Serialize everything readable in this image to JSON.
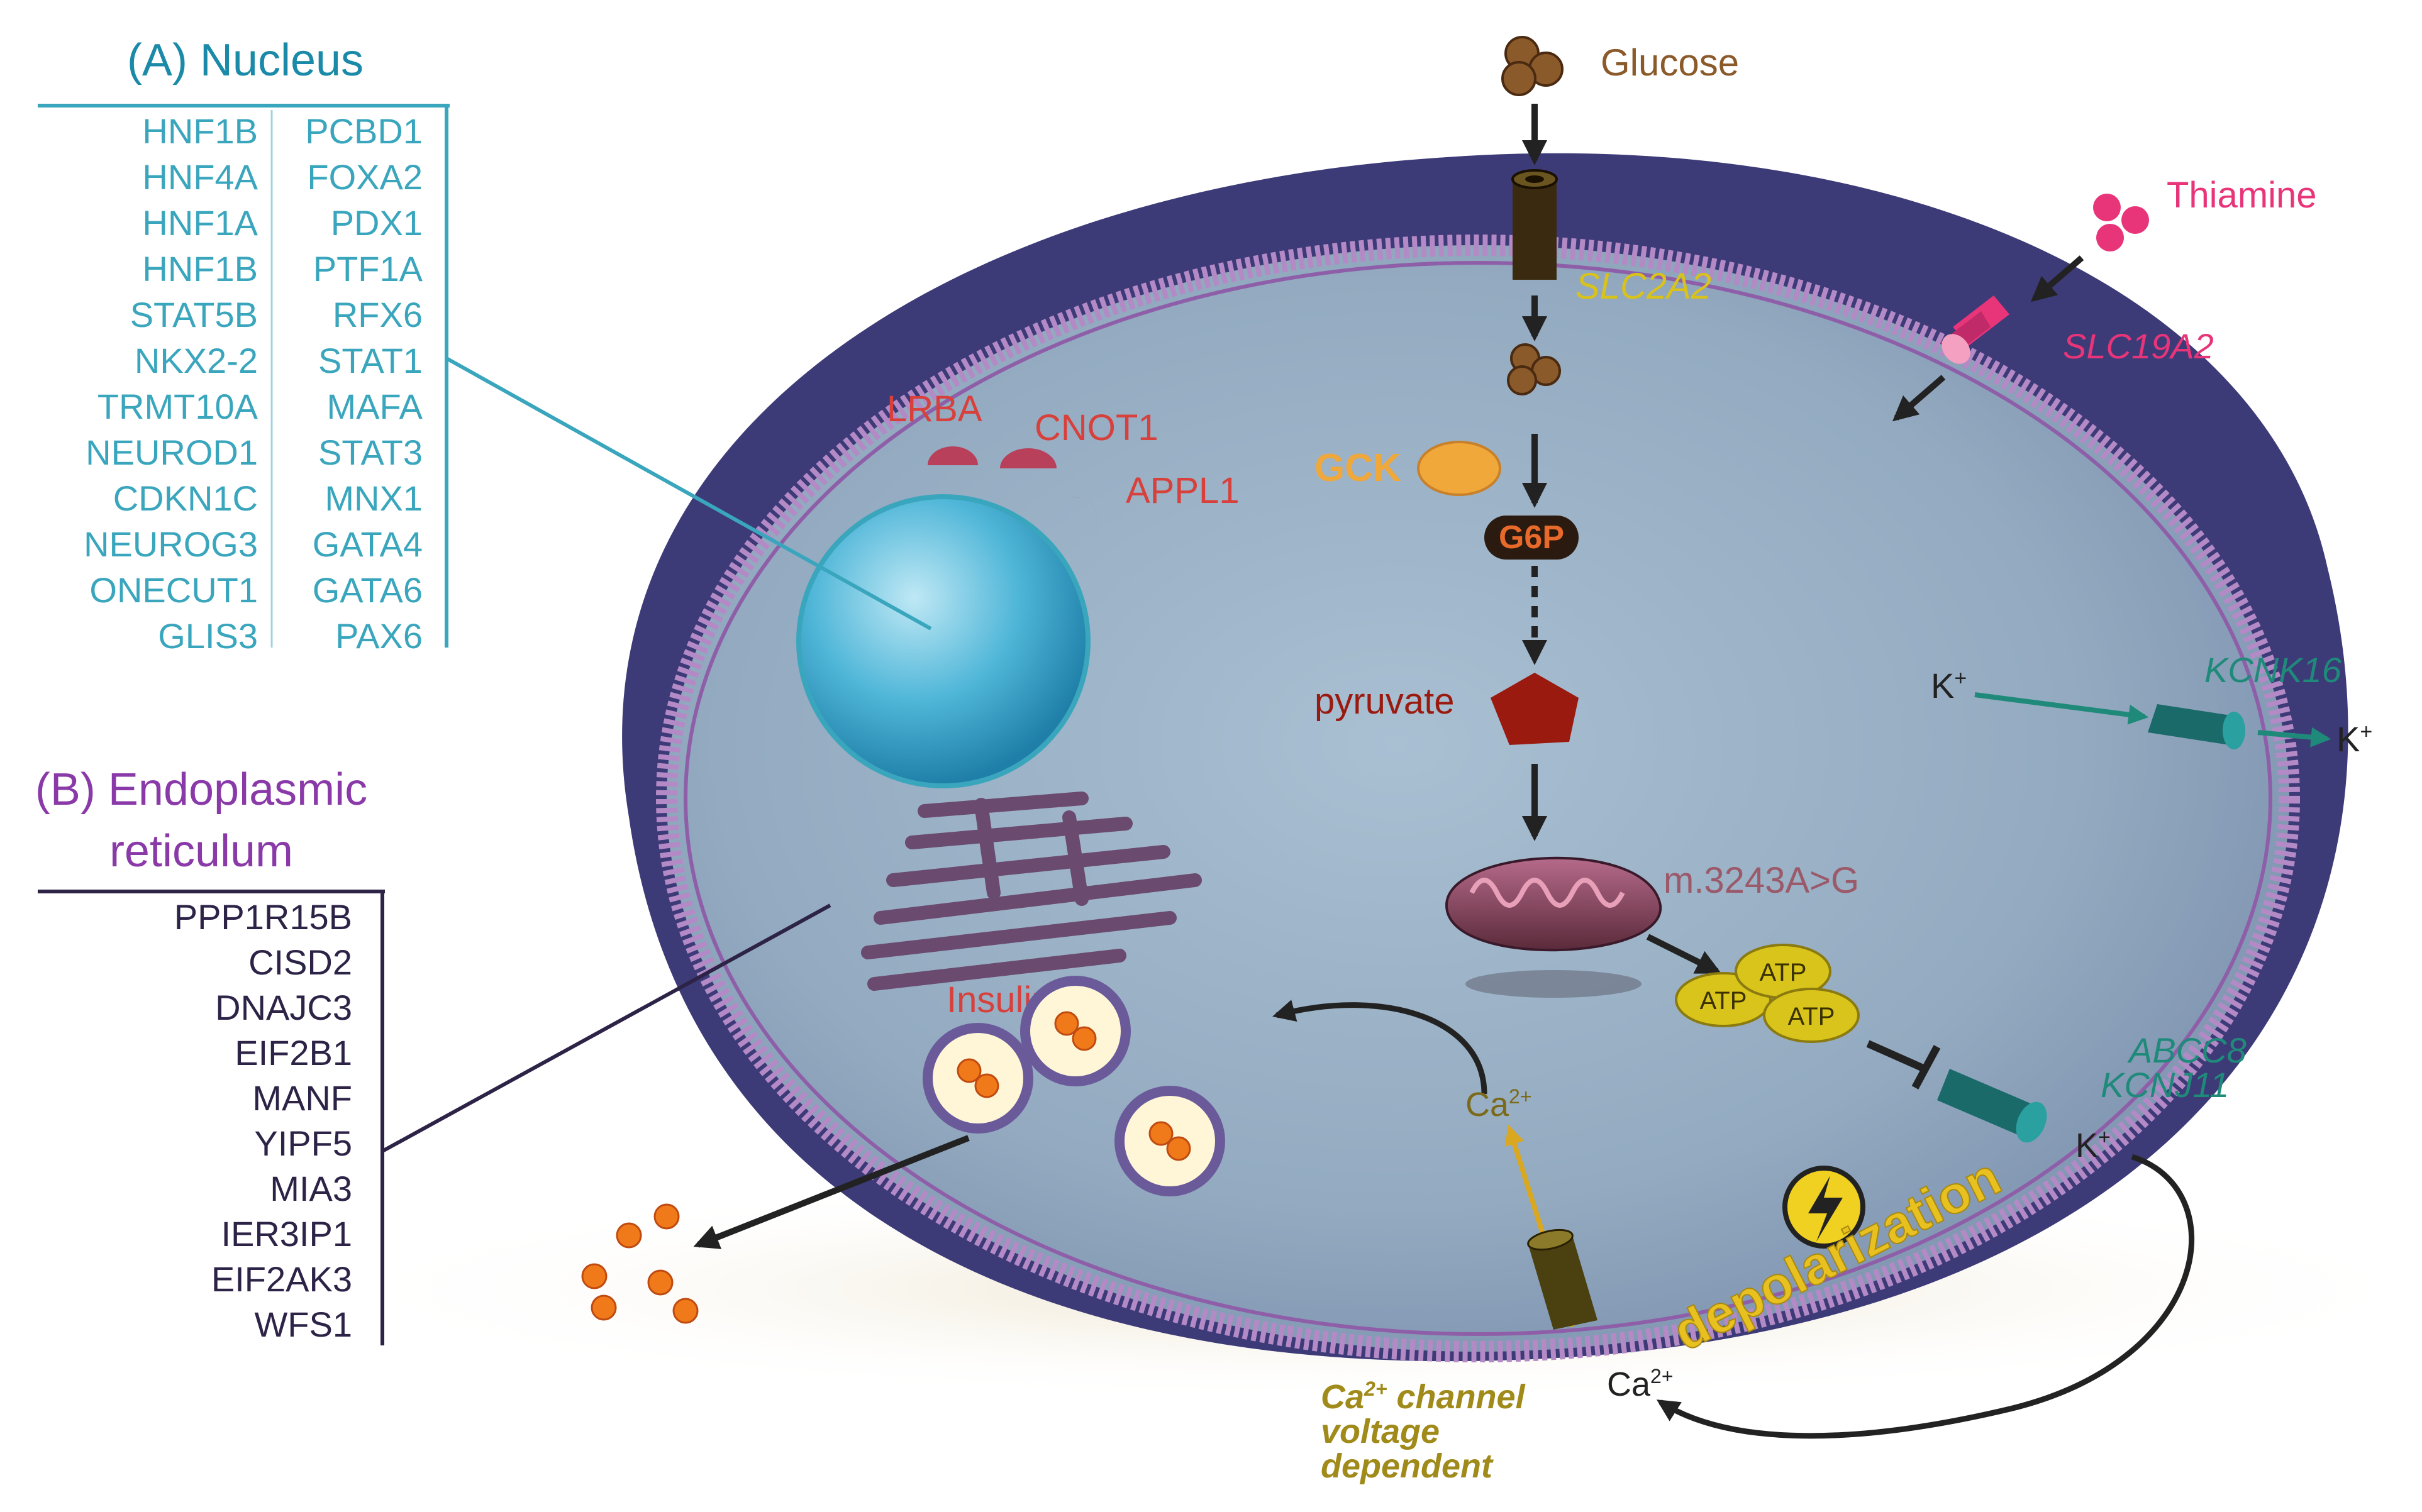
{
  "nucleus_panel": {
    "title": "(A) Nucleus",
    "genes_left": [
      "HNF1B",
      "HNF4A",
      "HNF1A",
      "HNF1B",
      "STAT5B",
      "NKX2-2",
      "TRMT10A",
      "NEUROD1",
      "CDKN1C",
      "NEUROG3",
      "ONECUT1",
      "GLIS3"
    ],
    "genes_right": [
      "PCBD1",
      "FOXA2",
      "PDX1",
      "PTF1A",
      "RFX6",
      "STAT1",
      "MAFA",
      "STAT3",
      "MNX1",
      "GATA4",
      "GATA6",
      "PAX6"
    ]
  },
  "er_panel": {
    "title_line1": "(B) Endoplasmic",
    "title_line2": "reticulum",
    "genes": [
      "PPP1R15B",
      "CISD2",
      "DNAJC3",
      "EIF2B1",
      "MANF",
      "YIPF5",
      "MIA3",
      "IER3IP1",
      "EIF2AK3",
      "WFS1"
    ]
  },
  "labels": {
    "glucose": "Glucose",
    "slc2a2": "SLC2A2",
    "thiamine": "Thiamine",
    "slc19a2": "SLC19A2",
    "lrba": "LRBA",
    "cnot1": "CNOT1",
    "appl1": "APPL1",
    "gck": "GCK",
    "g6p": "G6P",
    "pyruvate": "pyruvate",
    "mito_variant": "m.3243A>G",
    "atp": "ATP",
    "insulin": "Insulin",
    "ca_inside": "Ca",
    "ca_inside_sup": "2+",
    "ca_outside": "Ca",
    "ca_outside_sup": "2+",
    "k_in": "K",
    "k_out": "K",
    "k_katp": "K",
    "k_sup": "+",
    "kcnk16": "KCNK16",
    "abcc8": "ABCC8",
    "kcnj11": "KCNJ11",
    "depolarization": "depolarization",
    "ca_channel_line1": "Ca",
    "ca_channel_sup": "2+",
    "ca_channel_line1_rest": " channel",
    "ca_channel_line2": "voltage",
    "ca_channel_line3": "dependent"
  },
  "colors": {
    "nucleus_teal": "#3aa6bd",
    "er_purple": "#8a3aa8",
    "er_gene_dark": "#2d2347",
    "cell_outer": "#3d3a78",
    "cytoplasm": "#9ab3c8",
    "membrane": "#b38ac6",
    "red_label": "#d8403c",
    "glucose_brown": "#8b5a2b",
    "thiamine_pink": "#e8357a",
    "slc2a2_yellow": "#d9c21a",
    "gck_orange": "#f0a83a",
    "teal_channel": "#1f8a7a",
    "atp_yellow": "#d8c41a",
    "mito_label": "#9a5a6a",
    "ca_olive": "#7a6a1a",
    "depol_yellow": "#e8c020"
  }
}
